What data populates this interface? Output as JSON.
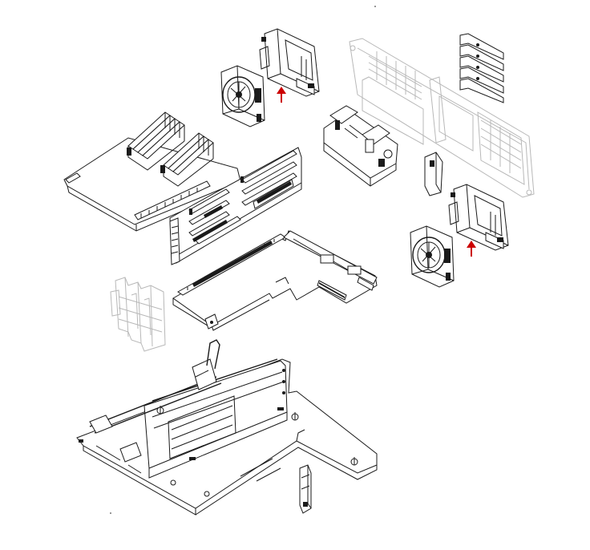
{
  "diagram": {
    "accent_color": "#cc0000",
    "line_color": "#1a1a1a",
    "ghost_color": "#b8b8b8",
    "components": [
      {
        "id": "fan-upper",
        "icon": "fan-icon"
      },
      {
        "id": "fan-bracket-upper",
        "icon": "bracket-icon"
      },
      {
        "id": "rear-panel",
        "icon": "chassis-panel-icon"
      },
      {
        "id": "pci-slot-covers",
        "icon": "slot-cover-icon"
      },
      {
        "id": "memory-board",
        "icon": "dimm-board-icon"
      },
      {
        "id": "power-module",
        "icon": "power-module-icon"
      },
      {
        "id": "pci-riser-board",
        "icon": "riser-board-icon"
      },
      {
        "id": "small-bracket",
        "icon": "bracket-icon"
      },
      {
        "id": "fan-lower",
        "icon": "fan-icon"
      },
      {
        "id": "fan-bracket-lower",
        "icon": "bracket-icon"
      },
      {
        "id": "cpu-board",
        "icon": "processor-board-icon"
      },
      {
        "id": "card-guide",
        "icon": "card-guide-icon"
      },
      {
        "id": "chassis-tray",
        "icon": "chassis-tray-icon"
      },
      {
        "id": "side-latch",
        "icon": "latch-icon"
      }
    ],
    "arrows": [
      {
        "id": "arrow-upper",
        "direction": "up"
      },
      {
        "id": "arrow-lower",
        "direction": "up"
      }
    ]
  }
}
